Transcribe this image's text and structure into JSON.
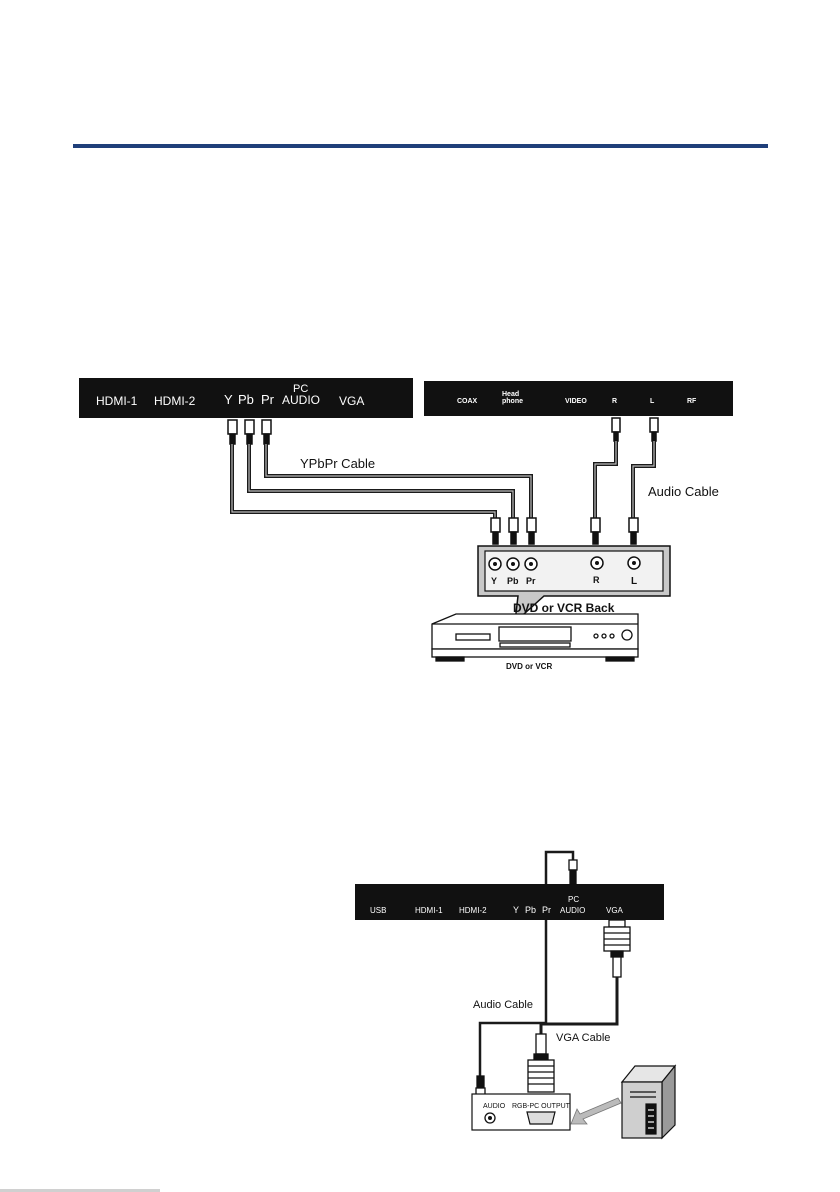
{
  "page": {
    "accent": "#1f3f7a"
  },
  "diagram1": {
    "panel_left": {
      "ports": [
        "HDMI-1",
        "HDMI-2",
        "Y",
        "Pb",
        "Pr",
        "PC",
        "AUDIO",
        "VGA"
      ]
    },
    "panel_right": {
      "ports": [
        "COAX",
        "Head",
        "phone",
        "VIDEO",
        "R",
        "L",
        "RF"
      ]
    },
    "cables": {
      "ypbpr": "YPbPr Cable",
      "audio": "Audio Cable"
    },
    "device_back": {
      "jacks": [
        "Y",
        "Pb",
        "Pr",
        "R",
        "L"
      ],
      "title": "DVD or VCR Back"
    },
    "device": {
      "label": "DVD or VCR"
    }
  },
  "diagram2": {
    "panel": {
      "ports": [
        "USB",
        "HDMI-1",
        "HDMI-2",
        "Y",
        "Pb",
        "Pr",
        "PC",
        "AUDIO",
        "VGA"
      ]
    },
    "cables": {
      "audio": "Audio Cable",
      "vga": "VGA Cable"
    },
    "pc_back": {
      "audio": "AUDIO",
      "rgb": "RGB-PC OUTPUT"
    }
  }
}
